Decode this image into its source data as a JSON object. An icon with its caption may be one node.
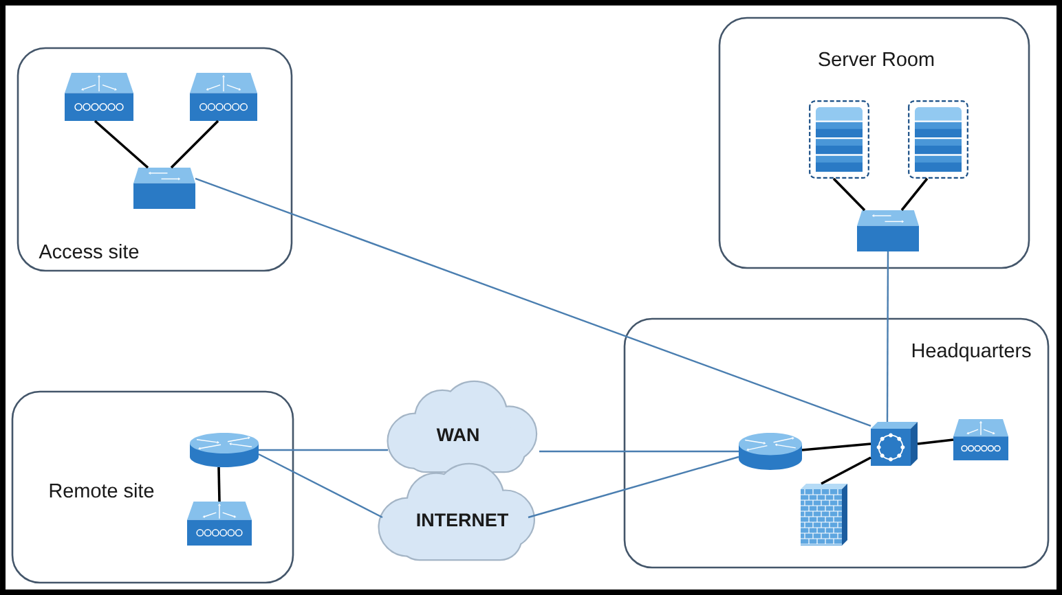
{
  "diagram": {
    "nodes": [
      {
        "text": [
          "Access site"
        ]
      },
      {
        "text": [],
        "shape": "switch",
        "in": 0
      },
      {
        "text": [],
        "shape": "switch",
        "in": 0
      },
      {
        "text": [],
        "shape": "switch",
        "in": 0
      },
      {
        "text": [
          "Server Room"
        ]
      },
      {
        "text": [],
        "shape": "server",
        "in": 4
      },
      {
        "text": [],
        "shape": "server",
        "in": 4
      },
      {
        "text": [],
        "shape": "switch",
        "in": 4
      },
      {
        "text": [
          "Remote site"
        ]
      },
      {
        "text": [],
        "shape": "router",
        "in": 8
      },
      {
        "text": [],
        "shape": "switch",
        "in": 8
      },
      {
        "text": [
          "WAN"
        ]
      },
      {
        "text": [
          "INTERNET"
        ]
      },
      {
        "text": [
          "Headquarters"
        ]
      },
      {
        "text": [],
        "shape": "router",
        "in": 13
      },
      {
        "text": [],
        "shape": "switch",
        "in": 13
      },
      {
        "text": [],
        "shape": "switch",
        "in": 13
      },
      {
        "text": [],
        "shape": "firewall",
        "in": 13
      }
    ],
    "edges": [
      {
        "from": 1,
        "to": 3,
        "arrow": "none"
      },
      {
        "from": 2,
        "to": 3,
        "arrow": "none"
      },
      {
        "from": 3,
        "to": 15,
        "arrow": "none",
        "color": "#4a7eb0"
      },
      {
        "from": 5,
        "to": 7,
        "arrow": "none"
      },
      {
        "from": 6,
        "to": 7,
        "arrow": "none"
      },
      {
        "from": 7,
        "to": 15,
        "arrow": "none",
        "color": "#4a7eb0"
      },
      {
        "from": 9,
        "to": 10,
        "arrow": "none"
      },
      {
        "from": 9,
        "to": 11,
        "arrow": "none",
        "color": "#4a7eb0"
      },
      {
        "from": 9,
        "to": 12,
        "arrow": "none",
        "color": "#4a7eb0"
      },
      {
        "from": 11,
        "to": 14,
        "arrow": "none",
        "color": "#4a7eb0"
      },
      {
        "from": 12,
        "to": 14,
        "arrow": "none",
        "color": "#4a7eb0"
      },
      {
        "from": 14,
        "to": 15,
        "arrow": "none"
      },
      {
        "from": 15,
        "to": 16,
        "arrow": "none"
      },
      {
        "from": 15,
        "to": 17,
        "arrow": "none"
      }
    ]
  }
}
